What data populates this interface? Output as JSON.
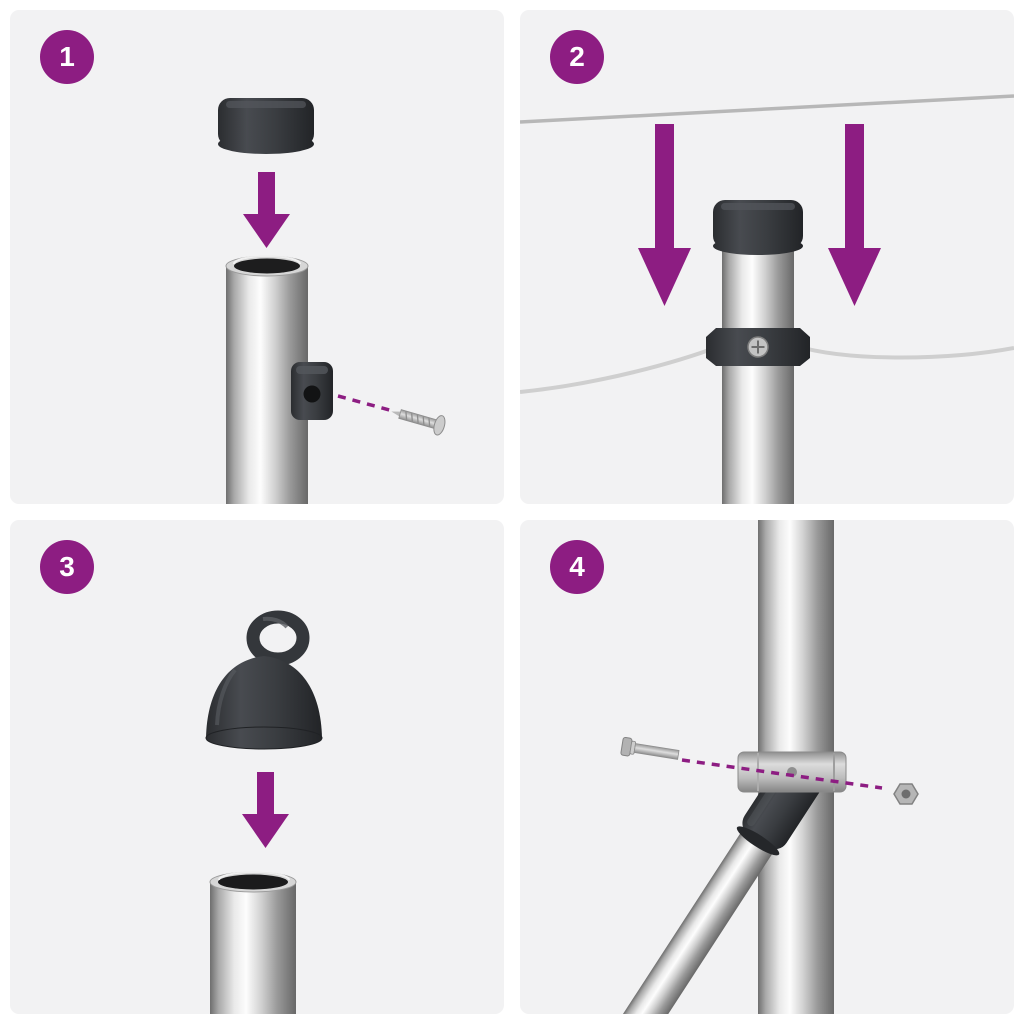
{
  "colors": {
    "background": "#ffffff",
    "panel_background": "#f2f2f3",
    "accent": "#8d1d82",
    "part_dark": "#3a3d41",
    "metal_light": "#e9e9e9",
    "wire_gray": "#c9c9c9"
  },
  "steps": [
    {
      "number": "1",
      "illustration": "post-cap-pressed-onto-post-bracket-and-screw"
    },
    {
      "number": "2",
      "illustration": "tension-wires-lowered-onto-post-wire-clamp"
    },
    {
      "number": "3",
      "illustration": "eyelet-cap-pressed-onto-brace-tube"
    },
    {
      "number": "4",
      "illustration": "diagonal-brace-clamped-to-post-with-bolt-and-nut"
    }
  ]
}
